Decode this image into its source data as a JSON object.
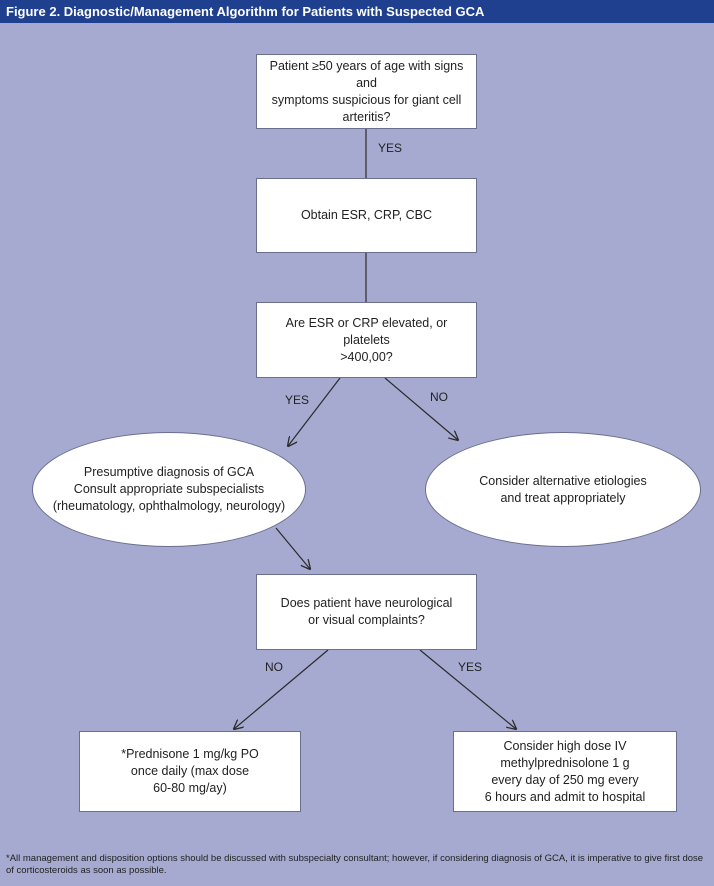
{
  "figure": {
    "title": "Figure 2. Diagnostic/Management Algorithm for Patients with Suspected GCA"
  },
  "nodes": {
    "start": [
      "Patient ≥50 years of age with signs and",
      "symptoms suspicious for giant cell",
      "arteritis?"
    ],
    "labs": [
      "Obtain ESR, CRP, CBC"
    ],
    "elevated_question": [
      "Are ESR or CRP elevated, or platelets",
      ">400,00?"
    ],
    "presumptive": [
      "Presumptive diagnosis of GCA",
      "Consult appropriate subspecialists",
      "(rheumatology, ophthalmology, neurology)"
    ],
    "alternative": [
      "Consider alternative etiologies",
      "and treat appropriately"
    ],
    "neuro_question": [
      "Does patient have neurological",
      "or visual complaints?"
    ],
    "prednisone": [
      "*Prednisone 1 mg/kg PO",
      "once daily (max dose",
      "60-80 mg/ay)"
    ],
    "iv_steroids": [
      "Consider high dose IV",
      "methylprednisolone 1 g",
      "every day of 250 mg every",
      "6 hours and admit to hospital"
    ]
  },
  "edge_labels": {
    "start_yes": "YES",
    "elevated_yes": "YES",
    "elevated_no": "NO",
    "neuro_no": "NO",
    "neuro_yes": "YES"
  },
  "footnote": "*All management and disposition options should be discussed with subspecialty consultant; however, if considering diagnosis of GCA, it is imperative to give first dose of corticosteroids as soon as possible.",
  "colors": {
    "background": "#a6aad0",
    "header": "#1f3f8f",
    "box": "#ffffff",
    "line": "#2b2b2b"
  }
}
